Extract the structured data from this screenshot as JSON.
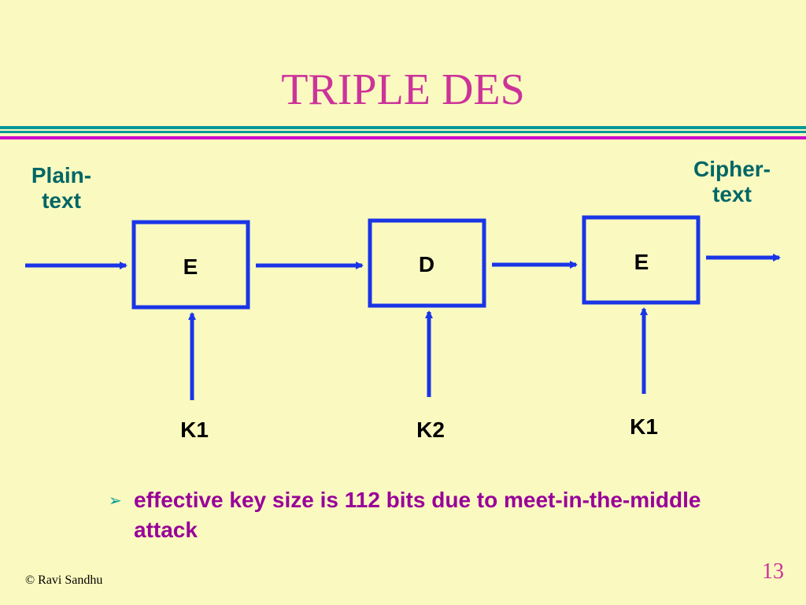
{
  "slide": {
    "title": "TRIPLE DES",
    "bullet": "effective key size is 112 bits due to meet-in-the-middle attack",
    "footer_left": "© Ravi Sandhu",
    "page_number": "13"
  },
  "diagram": {
    "input_label": [
      "Plain-",
      "text"
    ],
    "output_label": [
      "Cipher-",
      "text"
    ],
    "stages": [
      {
        "op": "E",
        "key": "K1"
      },
      {
        "op": "D",
        "key": "K2"
      },
      {
        "op": "E",
        "key": "K1"
      }
    ]
  },
  "colors": {
    "background": "#fafac0",
    "title": "#cc3399",
    "rule_teal": "#009999",
    "rule_magenta": "#cc00cc",
    "diagram_blue": "#1a35e6",
    "label_teal": "#006666",
    "bullet_text": "#990099"
  }
}
